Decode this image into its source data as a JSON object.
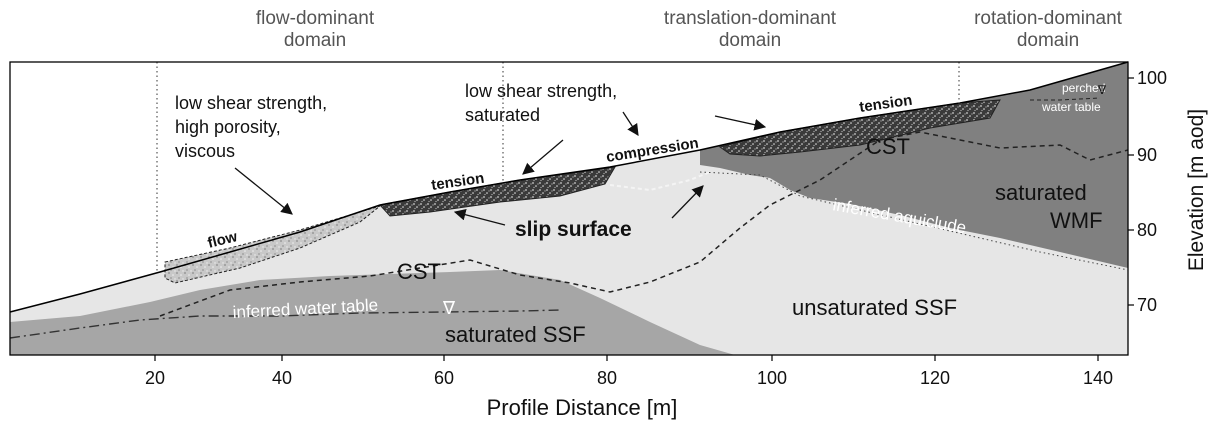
{
  "domains": [
    {
      "line1": "flow-dominant",
      "line2": "domain"
    },
    {
      "line1": "translation-dominant",
      "line2": "domain"
    },
    {
      "line1": "rotation-dominant",
      "line2": "domain"
    }
  ],
  "annotations": {
    "low_shear_porosity": [
      "low shear strength,",
      "high porosity,",
      "viscous"
    ],
    "low_shear_saturated": [
      "low shear strength,",
      "saturated"
    ],
    "tension_left": "tension",
    "tension_right": "tension",
    "compression": "compression",
    "flow": "flow",
    "slip_surface": "slip surface",
    "cst_upper": "CST",
    "cst_lower": "CST",
    "inferred_water_table": "inferred water table",
    "water_table_symbol": "∇",
    "saturated_ssf": "saturated SSF",
    "unsaturated_ssf": "unsaturated SSF",
    "saturated_wmf": [
      "saturated",
      "WMF"
    ],
    "inferred_aquiclude": "inferred aquiclude",
    "perched_water_table": [
      "perched",
      "water table"
    ],
    "perched_symbol": "∇"
  },
  "x_axis": {
    "label": "Profile Distance [m]",
    "ticks": [
      "20",
      "40",
      "60",
      "80",
      "100",
      "120",
      "140"
    ]
  },
  "y_axis": {
    "label": "Elevation [m aod]",
    "ticks": [
      "100",
      "90",
      "80",
      "70"
    ]
  }
}
